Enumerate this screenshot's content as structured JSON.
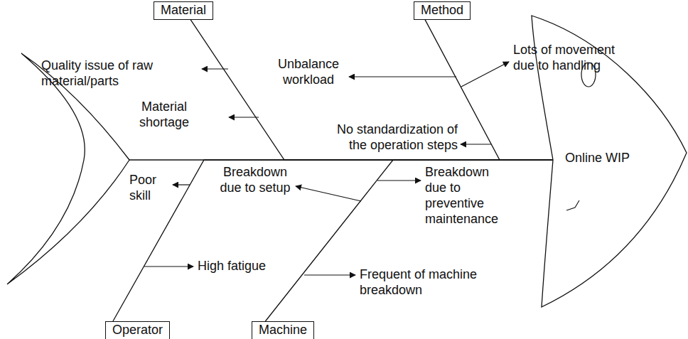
{
  "diagram": {
    "nodes": [
      {
        "text": [
          "Material"
        ]
      },
      {
        "text": [
          "Method"
        ]
      },
      {
        "text": [
          "Online WIP"
        ]
      },
      {
        "text": [
          "Operator"
        ]
      },
      {
        "text": [
          "Machine"
        ]
      }
    ],
    "edges": [
      {
        "from": 0,
        "to": 2,
        "arrow": "none"
      },
      {
        "from": 1,
        "to": 2,
        "arrow": "none"
      },
      {
        "from": 3,
        "to": 2,
        "arrow": "none"
      },
      {
        "from": 4,
        "to": 2,
        "arrow": "none"
      }
    ],
    "labels": [
      "Quality issue of raw material/parts",
      "Material shortage",
      "Unbalance workload",
      "Lots of movement due to handling",
      "No standardization of the operation steps",
      "Poor skill",
      "High fatigue",
      "Breakdown due to setup",
      "Breakdown due to preventive maintenance",
      "Frequent of machine breakdown"
    ]
  }
}
